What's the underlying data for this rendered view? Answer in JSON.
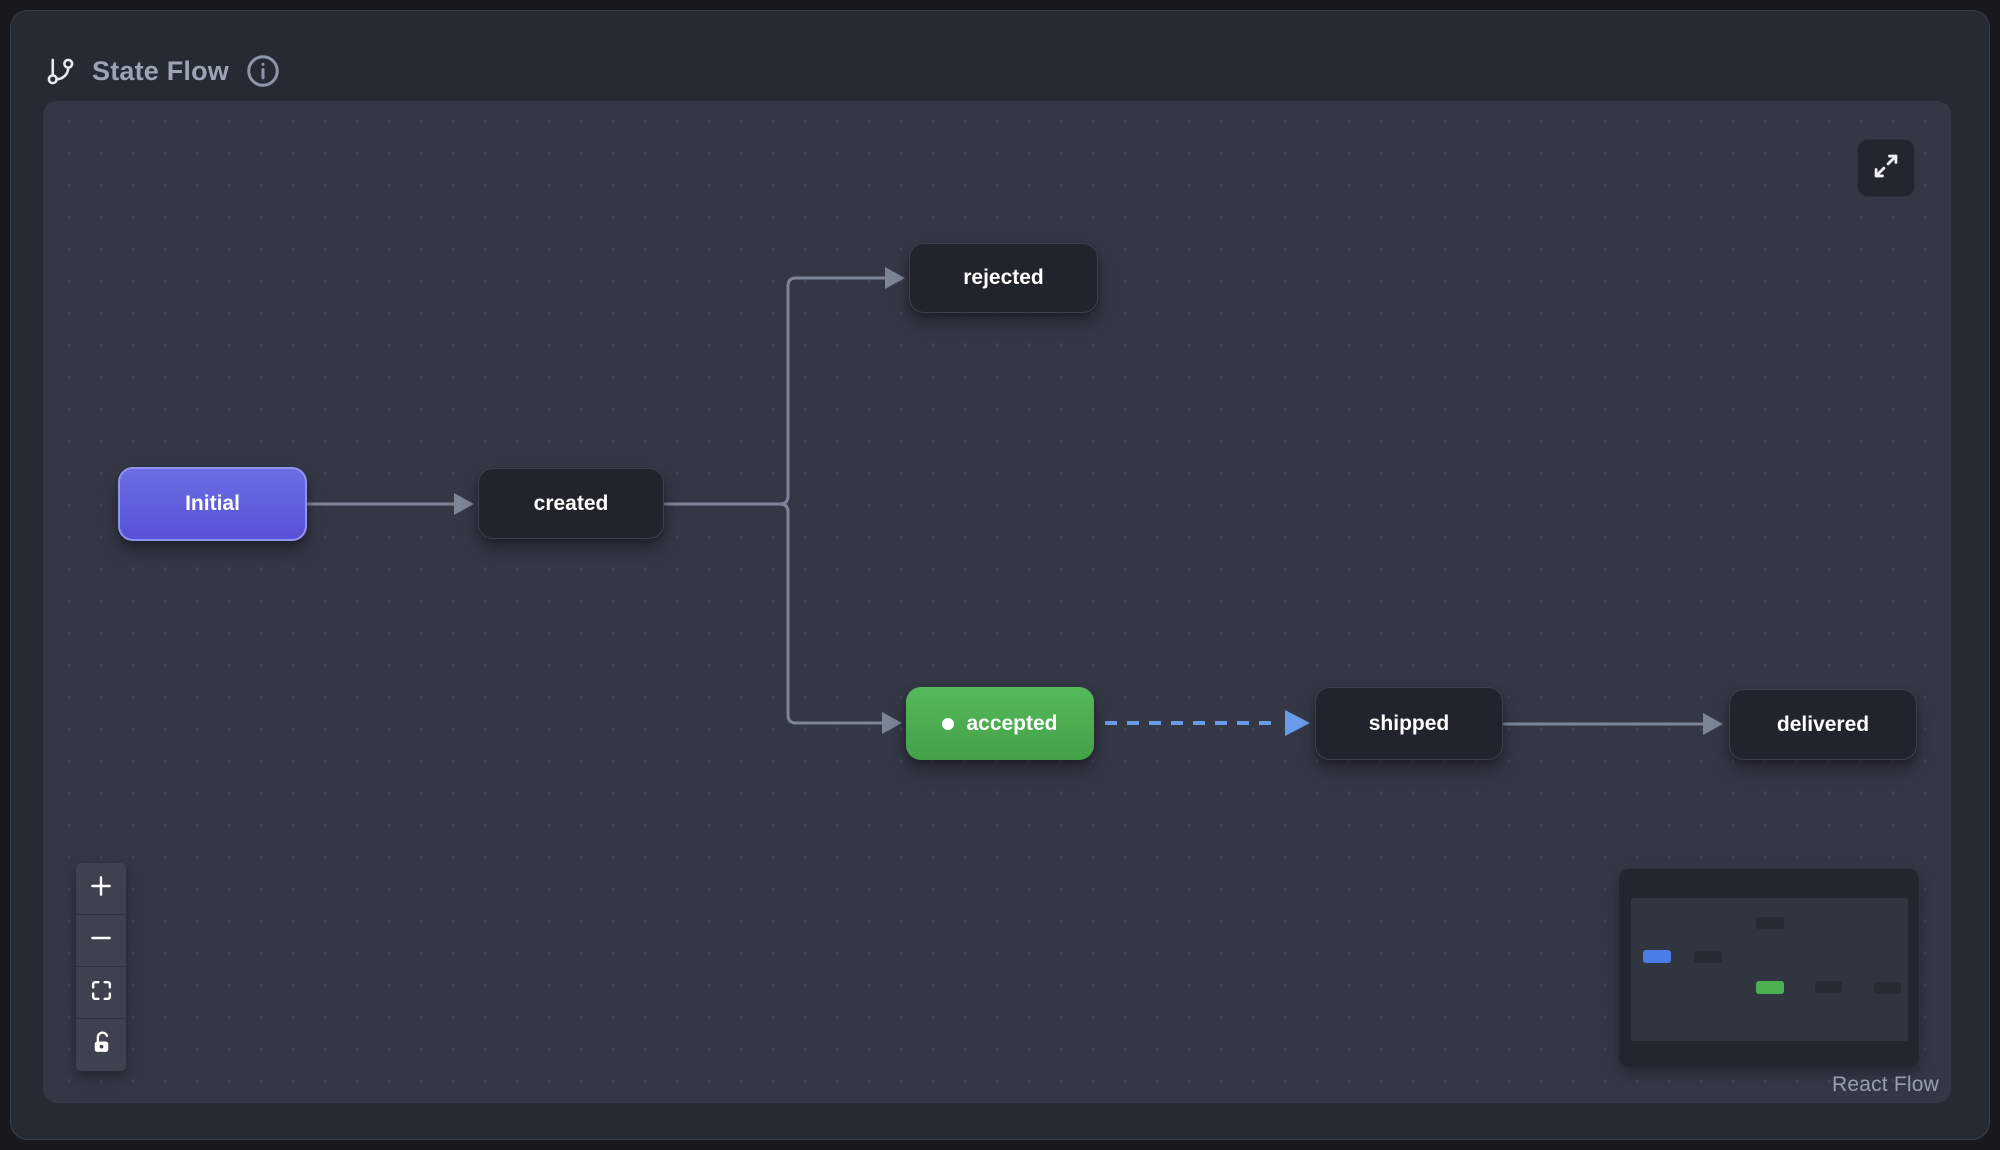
{
  "header": {
    "title": "State Flow",
    "title_icon": "git-branch-icon",
    "info_icon": "info-icon"
  },
  "flow": {
    "nodes": [
      {
        "id": "initial",
        "label": "Initial",
        "variant": "initial"
      },
      {
        "id": "created",
        "label": "created",
        "variant": "default"
      },
      {
        "id": "rejected",
        "label": "rejected",
        "variant": "default"
      },
      {
        "id": "accepted",
        "label": "accepted",
        "variant": "active-green",
        "status_dot": true
      },
      {
        "id": "shipped",
        "label": "shipped",
        "variant": "default"
      },
      {
        "id": "delivered",
        "label": "delivered",
        "variant": "default"
      }
    ],
    "edges": [
      {
        "source": "Initial",
        "target": "created",
        "style": "solid-gray"
      },
      {
        "source": "created",
        "target": "rejected",
        "style": "solid-gray"
      },
      {
        "source": "created",
        "target": "accepted",
        "style": "solid-gray"
      },
      {
        "source": "accepted",
        "target": "shipped",
        "style": "dashed-blue"
      },
      {
        "source": "shipped",
        "target": "delivered",
        "style": "solid-gray"
      }
    ],
    "controls": [
      {
        "name": "zoom-in",
        "icon": "plus-icon"
      },
      {
        "name": "zoom-out",
        "icon": "minus-icon"
      },
      {
        "name": "fit-view",
        "icon": "fit-view-icon"
      },
      {
        "name": "toggle-interactivity",
        "icon": "unlock-icon"
      }
    ],
    "fullscreen_button": {
      "icon": "expand-icon"
    },
    "minimap_nodes": [
      "initial",
      "created",
      "rejected",
      "accepted",
      "shipped",
      "delivered"
    ],
    "attribution": "React Flow"
  },
  "colors": {
    "page_bg": "#17191f",
    "card_bg": "#262a33",
    "canvas_bg": "#343845",
    "node_dark_bg": "#20242c",
    "node_initial_indigo": "#5b5ddc",
    "node_initial_border": "#9093ef",
    "node_accepted_green": "#4cb051",
    "edge_gray": "#7b8596",
    "edge_blue": "#689bea",
    "header_text": "#9aa4b3",
    "attribution_text": "#96a0af",
    "minimap_blue": "#4b7de8",
    "minimap_green": "#4cb051"
  }
}
